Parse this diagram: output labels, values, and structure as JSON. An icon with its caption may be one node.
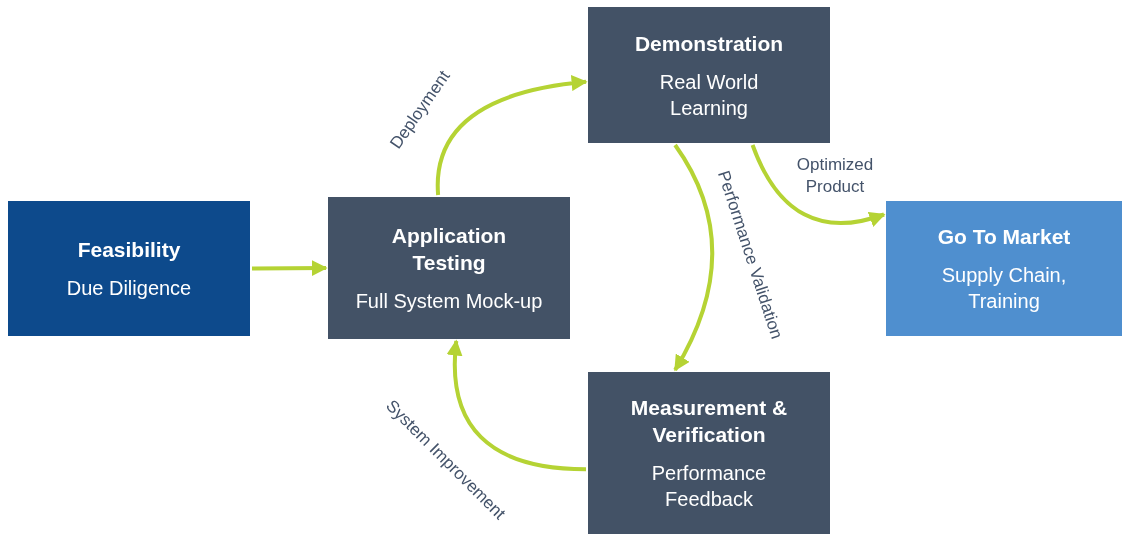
{
  "diagram": {
    "nodes": [
      {
        "text": [
          "Feasibility",
          "Due Diligence"
        ]
      },
      {
        "text": [
          "Application Testing",
          "Full System Mock-up"
        ]
      },
      {
        "text": [
          "Demonstration",
          "Real World Learning"
        ]
      },
      {
        "text": [
          "Go To Market",
          "Supply Chain, Training"
        ]
      },
      {
        "text": [
          "Measurement & Verification",
          "Performance Feedback"
        ]
      }
    ],
    "edges": [
      {
        "from": 0,
        "to": 1,
        "arrow": "to"
      },
      {
        "from": 1,
        "to": 2,
        "arrow": "to",
        "label": "Deployment"
      },
      {
        "from": 2,
        "to": 4,
        "arrow": "to",
        "label": "Performance Validation"
      },
      {
        "from": 2,
        "to": 3,
        "arrow": "to",
        "label": "Optimized Product"
      },
      {
        "from": 4,
        "to": 1,
        "arrow": "to",
        "label": "System Improvement"
      }
    ]
  }
}
